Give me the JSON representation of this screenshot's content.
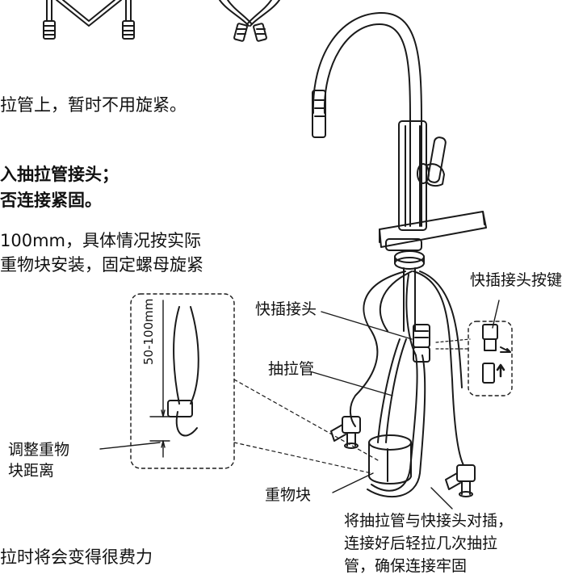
{
  "instructions": {
    "line1": "拉管上，暂时不用旋紧。",
    "line2": "入抽拉管接头；",
    "line3": "否连接紧固。",
    "line4": "100mm，具体情况按实际",
    "line5": "重物块安装，固定螺母旋紧",
    "line6": "拉时将会变得很费力"
  },
  "labels": {
    "quick_connector": "快插接头",
    "quick_connector_button": "快插接头按键",
    "pull_hose": "抽拉管",
    "weight_block": "重物块",
    "adjust_weight_distance_1": "调整重物",
    "adjust_weight_distance_2": "块距离",
    "dimension": "50-100mm",
    "connect_note_1": "将抽拉管与快接头对插，",
    "connect_note_2": "连接好后轻拉几次抽拉",
    "connect_note_3": "管，确保连接牢固"
  }
}
